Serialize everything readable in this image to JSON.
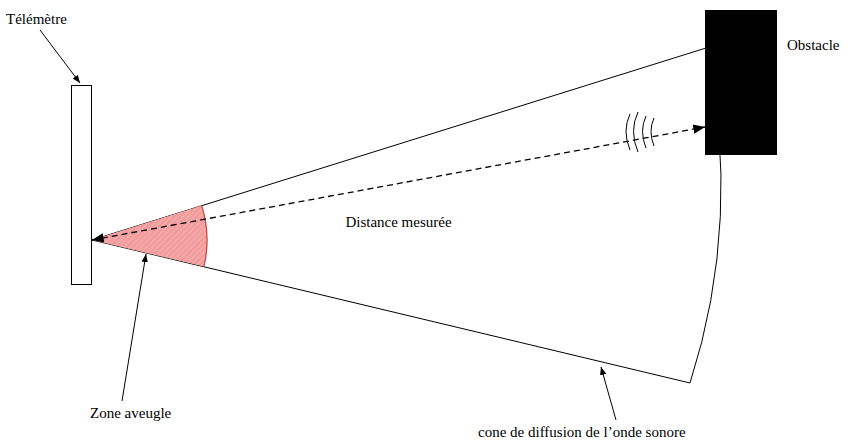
{
  "diagram": {
    "nodes": [
      {
        "text": [
          "Télémètre"
        ]
      },
      {
        "text": [
          "Obstacle"
        ]
      }
    ],
    "edges": [
      {
        "from": 0,
        "to": 1,
        "arrow": "both",
        "label": "Distance mesurée"
      }
    ],
    "labels": [
      "Zone aveugle",
      "cone de diffusion de l’onde sonore"
    ]
  }
}
